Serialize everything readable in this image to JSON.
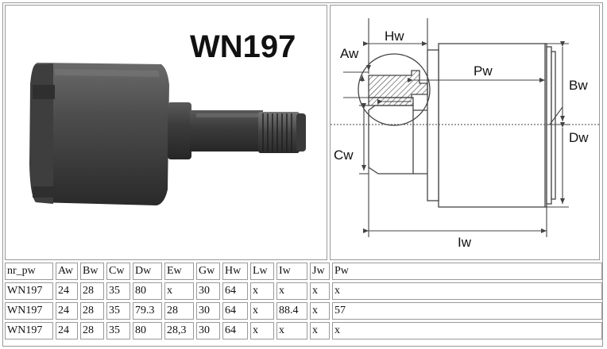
{
  "title": "WN197",
  "diagram_labels": {
    "aw": "Aw",
    "hw": "Hw",
    "pw": "Pw",
    "bw": "Bw",
    "dw": "Dw",
    "cw": "Cw",
    "iw": "Iw"
  },
  "table": {
    "headers": [
      "nr_pw",
      "Aw",
      "Bw",
      "Cw",
      "Dw",
      "Ew",
      "Gw",
      "Hw",
      "Lw",
      "Iw",
      "Jw",
      "Pw"
    ],
    "rows": [
      [
        "WN197",
        "24",
        "28",
        "35",
        "80",
        "x",
        "30",
        "64",
        "x",
        "x",
        "x",
        "x"
      ],
      [
        "WN197",
        "24",
        "28",
        "35",
        "79.3",
        "28",
        "30",
        "64",
        "x",
        "88.4",
        "x",
        "57"
      ],
      [
        "WN197",
        "24",
        "28",
        "35",
        "80",
        "28,3",
        "30",
        "64",
        "x",
        "x",
        "x",
        "x"
      ]
    ]
  }
}
